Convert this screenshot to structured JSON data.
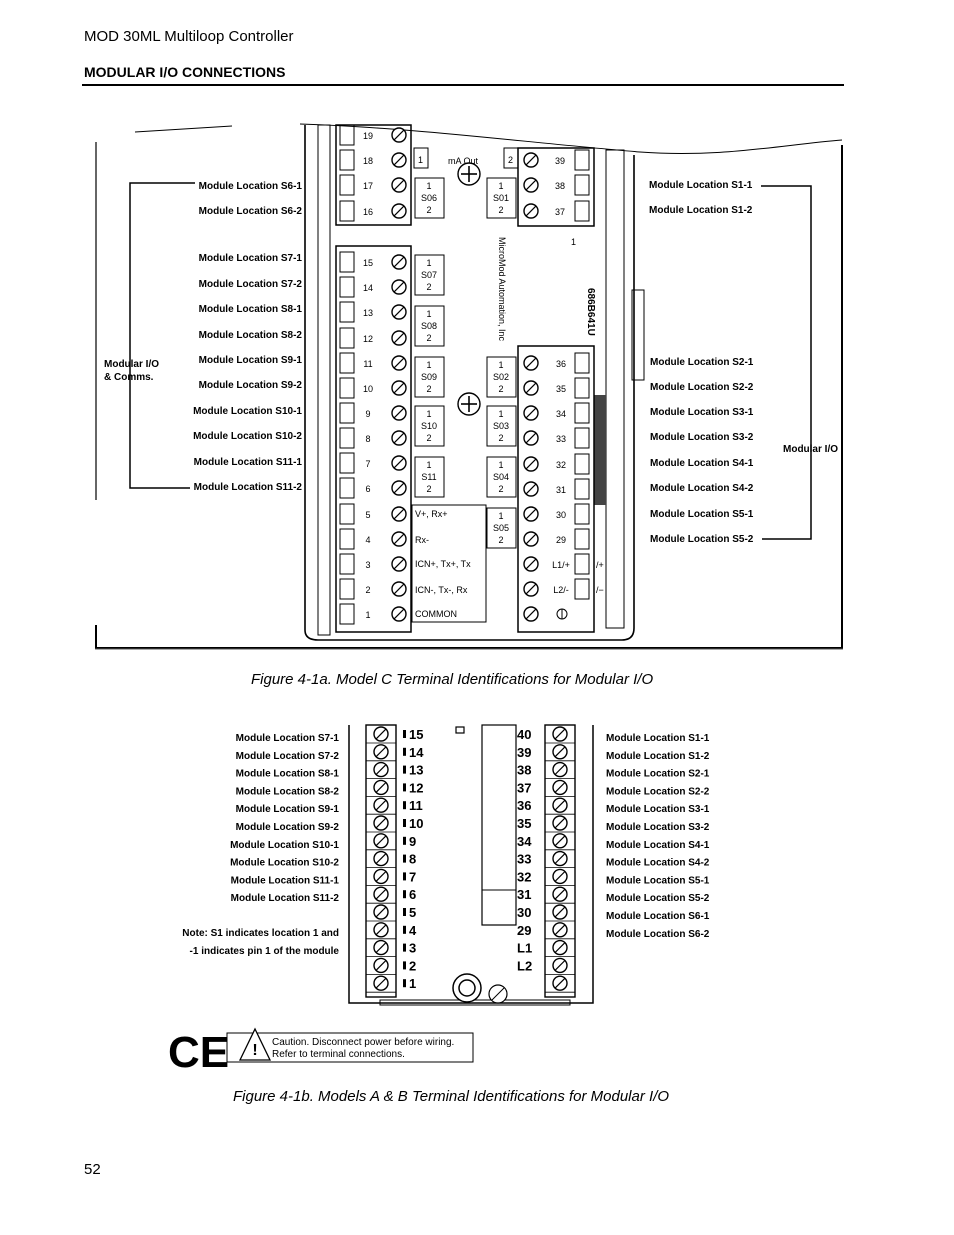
{
  "header": {
    "running_title": "MOD 30ML Multiloop Controller",
    "section_title": "MODULAR I/O CONNECTIONS"
  },
  "fig_a": {
    "caption": "Figure 4-1a.  Model C Terminal Identifications for Modular I/O",
    "left_labels": [
      "Module Location S6-1",
      "Module Location S6-2",
      "Module Location S7-1",
      "Module Location S7-2",
      "Module Location S8-1",
      "Module Location S8-2",
      "Module Location S9-1",
      "Module Location S9-2",
      "Module Location S10-1",
      "Module Location S10-2",
      "Module Location S11-1",
      "Module Location S11-2"
    ],
    "right_labels_top": [
      "Module Location S1-1",
      "Module Location S1-2"
    ],
    "right_labels": [
      "Module Location S2-1",
      "Module Location S2-2",
      "Module Location S3-1",
      "Module Location S3-2",
      "Module Location S4-1",
      "Module Location S4-2",
      "Module Location S5-1",
      "Module Location S5-2"
    ],
    "left_group": "Modular I/O",
    "left_group2": "& Comms.",
    "right_group": "Modular I/O",
    "left_terms": [
      "19",
      "18",
      "17",
      "16",
      "15",
      "14",
      "13",
      "12",
      "11",
      "10",
      "9",
      "8",
      "7",
      "6",
      "5",
      "4",
      "3",
      "2",
      "1"
    ],
    "right_terms_top": [
      "39",
      "38",
      "37"
    ],
    "right_terms": [
      "36",
      "35",
      "34",
      "33",
      "32",
      "31",
      "30",
      "29",
      "L1/+",
      "L2/-"
    ],
    "mod_left": [
      "S06",
      "S07",
      "S08",
      "S09",
      "S10",
      "S11"
    ],
    "mod_right": [
      "S01",
      "S02",
      "S03",
      "S04",
      "S05"
    ],
    "pin1": "1",
    "pin2": "2",
    "ma_out": "mA  Out",
    "comm_labels": [
      "V+, Rx+",
      "Rx-",
      "ICN+, Tx+, Tx",
      "ICN-, Tx-, Rx",
      "COMMON"
    ],
    "vertical_text": "MicroMod Automation, Inc",
    "part_no": "686B641U",
    "vp": "/+",
    "vm": "/−"
  },
  "fig_b": {
    "caption": "Figure 4-1b.  Models A & B Terminal Identifications for Modular I/O",
    "left_labels": [
      "Module Location S7-1",
      "Module Location S7-2",
      "Module Location S8-1",
      "Module Location S8-2",
      "Module Location S9-1",
      "Module Location S9-2",
      "Module Location S10-1",
      "Module Location S10-2",
      "Module Location S11-1",
      "Module Location S11-2"
    ],
    "right_labels": [
      "Module Location S1-1",
      "Module Location S1-2",
      "Module Location S2-1",
      "Module Location S2-2",
      "Module Location S3-1",
      "Module Location S3-2",
      "Module Location S4-1",
      "Module Location S4-2",
      "Module Location S5-1",
      "Module Location S5-2",
      "Module Location S6-1",
      "Module Location S6-2"
    ],
    "left_terms": [
      "15",
      "14",
      "13",
      "12",
      "11",
      "10",
      "9",
      "8",
      "7",
      "6",
      "5",
      "4",
      "3",
      "2",
      "1"
    ],
    "right_terms": [
      "40",
      "39",
      "38",
      "37",
      "36",
      "35",
      "34",
      "33",
      "32",
      "31",
      "30",
      "29",
      "L1",
      "L2"
    ],
    "note1": "Note: S1 indicates location 1 and",
    "note2": "-1 indicates pin 1 of the module",
    "ce_mark": "CE",
    "caution1": "Caution. Disconnect power before wiring.",
    "caution2": "Refer to terminal connections.",
    "warn_glyph": "!"
  },
  "footer": {
    "page_number": "52"
  }
}
